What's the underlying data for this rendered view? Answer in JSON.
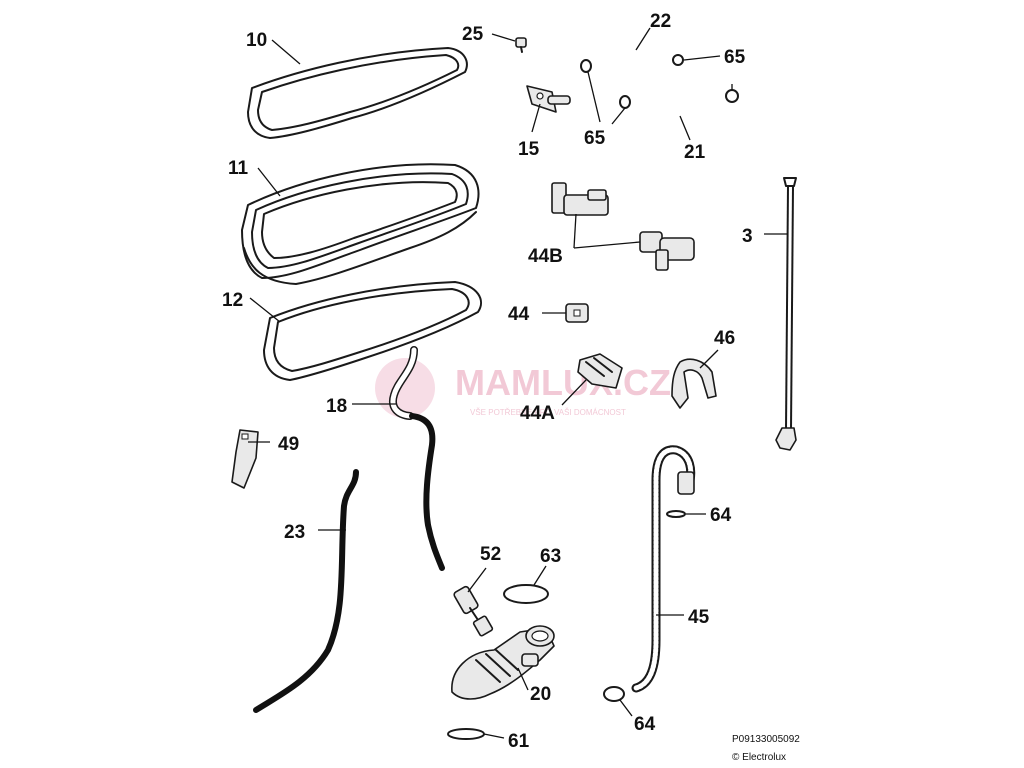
{
  "labels": {
    "p10": "10",
    "p11": "11",
    "p12": "12",
    "p25": "25",
    "p22": "22",
    "p65a": "65",
    "p65b": "65",
    "p15": "15",
    "p21": "21",
    "p3": "3",
    "p44b": "44B",
    "p44": "44",
    "p46": "46",
    "p44a": "44A",
    "p18": "18",
    "p49": "49",
    "p23": "23",
    "p52": "52",
    "p63": "63",
    "p64a": "64",
    "p45": "45",
    "p20": "20",
    "p64b": "64",
    "p61": "61"
  },
  "watermark": {
    "brand": "MAMLUX.CZ",
    "tagline": "VŠE POTŘEBNÉ PRO VAŠI DOMÁCNOST"
  },
  "footer": {
    "code": "P09133005092",
    "copyright": "© Electrolux"
  },
  "colors": {
    "line": "#1a1a1a",
    "watermark": "#f2c9d6"
  }
}
